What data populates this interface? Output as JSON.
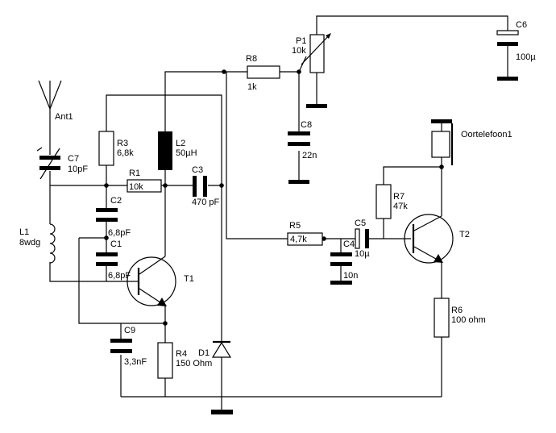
{
  "components": {
    "ant1": {
      "name": "Ant1"
    },
    "c7": {
      "name": "C7",
      "value": "10pF"
    },
    "l1": {
      "name": "L1",
      "value": "8wdg"
    },
    "r3": {
      "name": "R3",
      "value": "6,8k"
    },
    "l2": {
      "name": "L2",
      "value": "50µH"
    },
    "r1": {
      "name": "R1",
      "value": "10k"
    },
    "c3": {
      "name": "C3",
      "value": "470 pF"
    },
    "c2": {
      "name": "C2",
      "value": "6,8pF"
    },
    "c1": {
      "name": "C1",
      "value": "6,8pF"
    },
    "t1": {
      "name": "T1"
    },
    "c9": {
      "name": "C9",
      "value": "3,3nF"
    },
    "r4": {
      "name": "R4",
      "value": "150 Ohm"
    },
    "d1": {
      "name": "D1"
    },
    "r8": {
      "name": "R8",
      "value": "1k"
    },
    "p1": {
      "name": "P1",
      "value": "10k"
    },
    "c8": {
      "name": "C8",
      "value": "22n"
    },
    "c6": {
      "name": "C6",
      "value": "100µ"
    },
    "r5": {
      "name": "R5",
      "value": "4,7k"
    },
    "c4": {
      "name": "C4",
      "value": "10n"
    },
    "c5": {
      "name": "C5",
      "value": "10µ"
    },
    "r7": {
      "name": "R7",
      "value": "47k"
    },
    "t2": {
      "name": "T2"
    },
    "r6": {
      "name": "R6",
      "value": "100 ohm"
    },
    "earphone": {
      "name": "Oortelefoon1"
    }
  }
}
